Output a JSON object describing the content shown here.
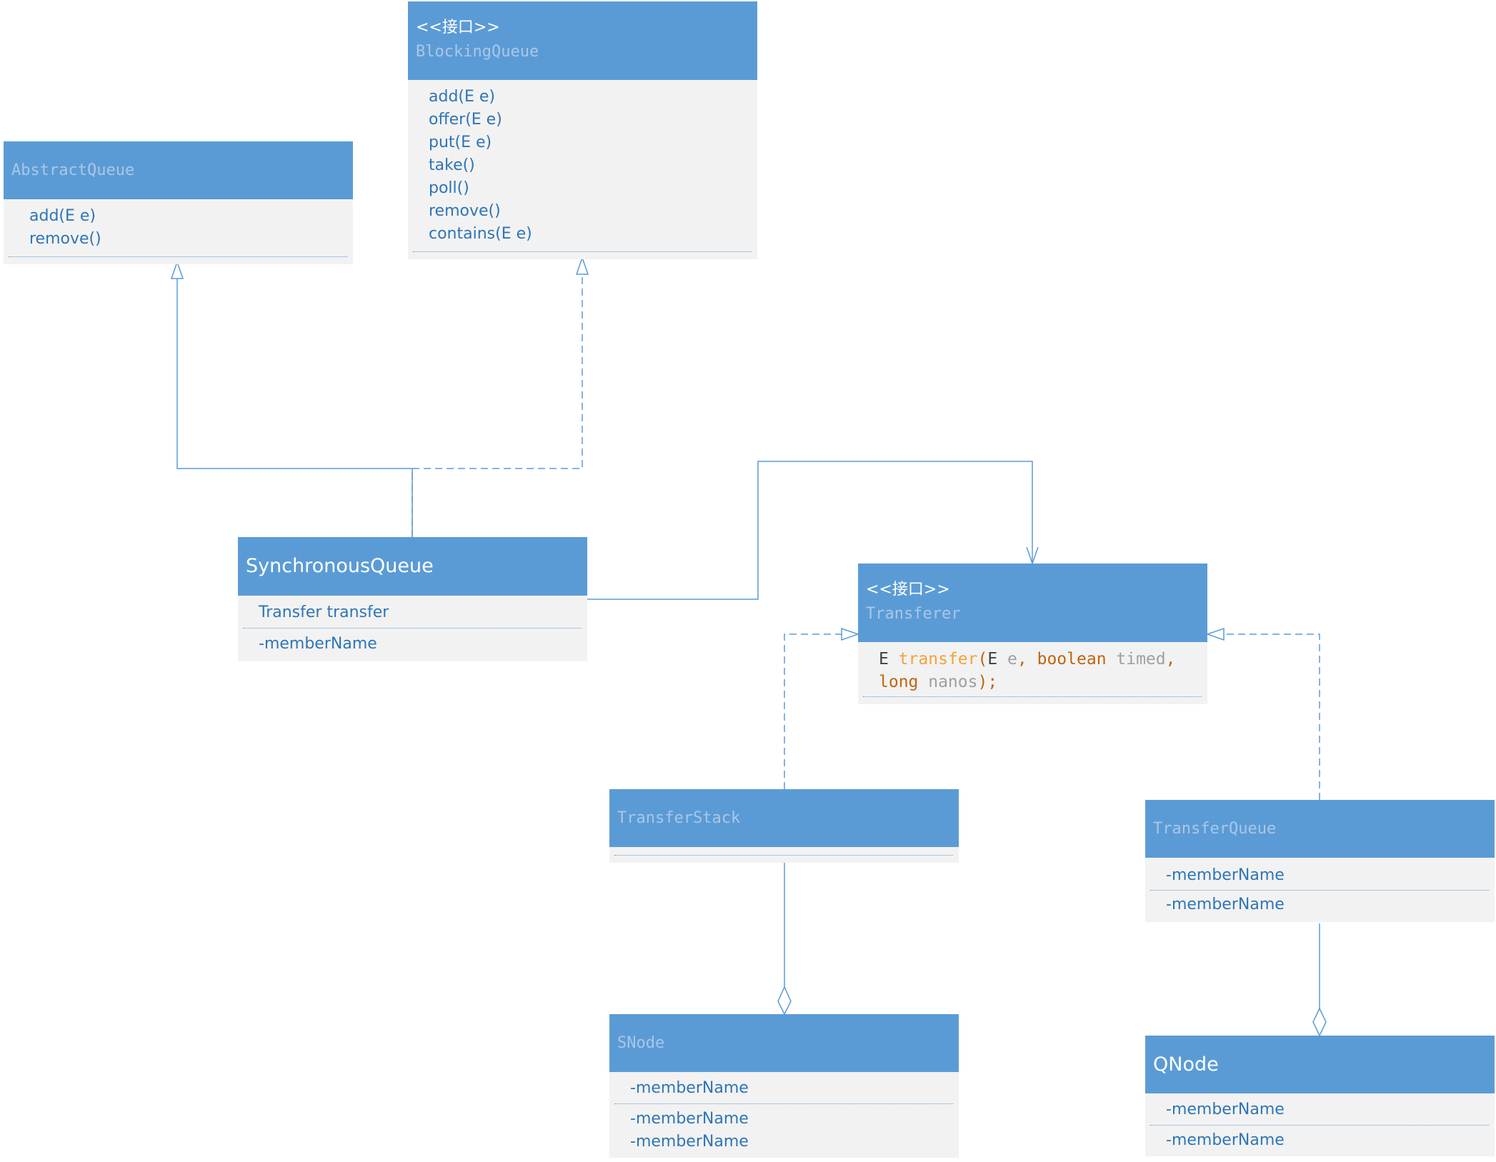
{
  "classes": {
    "abstract_queue": {
      "name": "AbstractQueue",
      "methods": [
        "add(E e)",
        "remove()"
      ]
    },
    "blocking_queue": {
      "stereotype": "<<接口>>",
      "name": "BlockingQueue",
      "methods": [
        "add(E e)",
        "offer(E e)",
        "put(E e)",
        "take()",
        "poll()",
        "remove()",
        "contains(E e)"
      ]
    },
    "synchronous_queue": {
      "name": "SynchronousQueue",
      "fields": [
        "Transfer transfer"
      ],
      "methods": [
        "-memberName"
      ]
    },
    "transferer": {
      "stereotype": "<<接口>>",
      "name": "Transferer",
      "method_tokens": {
        "t1": "E ",
        "t2": "transfer",
        "t3": "(",
        "t4": "E ",
        "t5": "e",
        "t6": ", ",
        "t7": "boolean",
        "t8": " timed",
        "t9": ",",
        "t10": "long",
        "t11": " nanos",
        "t12": ");"
      }
    },
    "transfer_stack": {
      "name": "TransferStack"
    },
    "transfer_queue": {
      "name": "TransferQueue",
      "fields": [
        "-memberName"
      ],
      "methods": [
        "-memberName"
      ]
    },
    "snode": {
      "name": "SNode",
      "fields": [
        "-memberName"
      ],
      "methods": [
        "-memberName",
        "-memberName"
      ]
    },
    "qnode": {
      "name": "QNode",
      "fields": [
        "-memberName"
      ],
      "methods": [
        "-memberName"
      ]
    }
  },
  "colors": {
    "header": "#5b9bd5",
    "body": "#f2f2f2",
    "line": "#5b9bd5",
    "member_text": "#2e75b6"
  },
  "relations": [
    {
      "from": "SynchronousQueue",
      "to": "AbstractQueue",
      "kind": "generalization"
    },
    {
      "from": "SynchronousQueue",
      "to": "BlockingQueue",
      "kind": "realization"
    },
    {
      "from": "SynchronousQueue",
      "to": "Transferer",
      "kind": "association"
    },
    {
      "from": "TransferStack",
      "to": "Transferer",
      "kind": "realization"
    },
    {
      "from": "TransferQueue",
      "to": "Transferer",
      "kind": "realization"
    },
    {
      "from": "TransferStack",
      "to": "SNode",
      "kind": "aggregation"
    },
    {
      "from": "TransferQueue",
      "to": "QNode",
      "kind": "aggregation"
    }
  ]
}
